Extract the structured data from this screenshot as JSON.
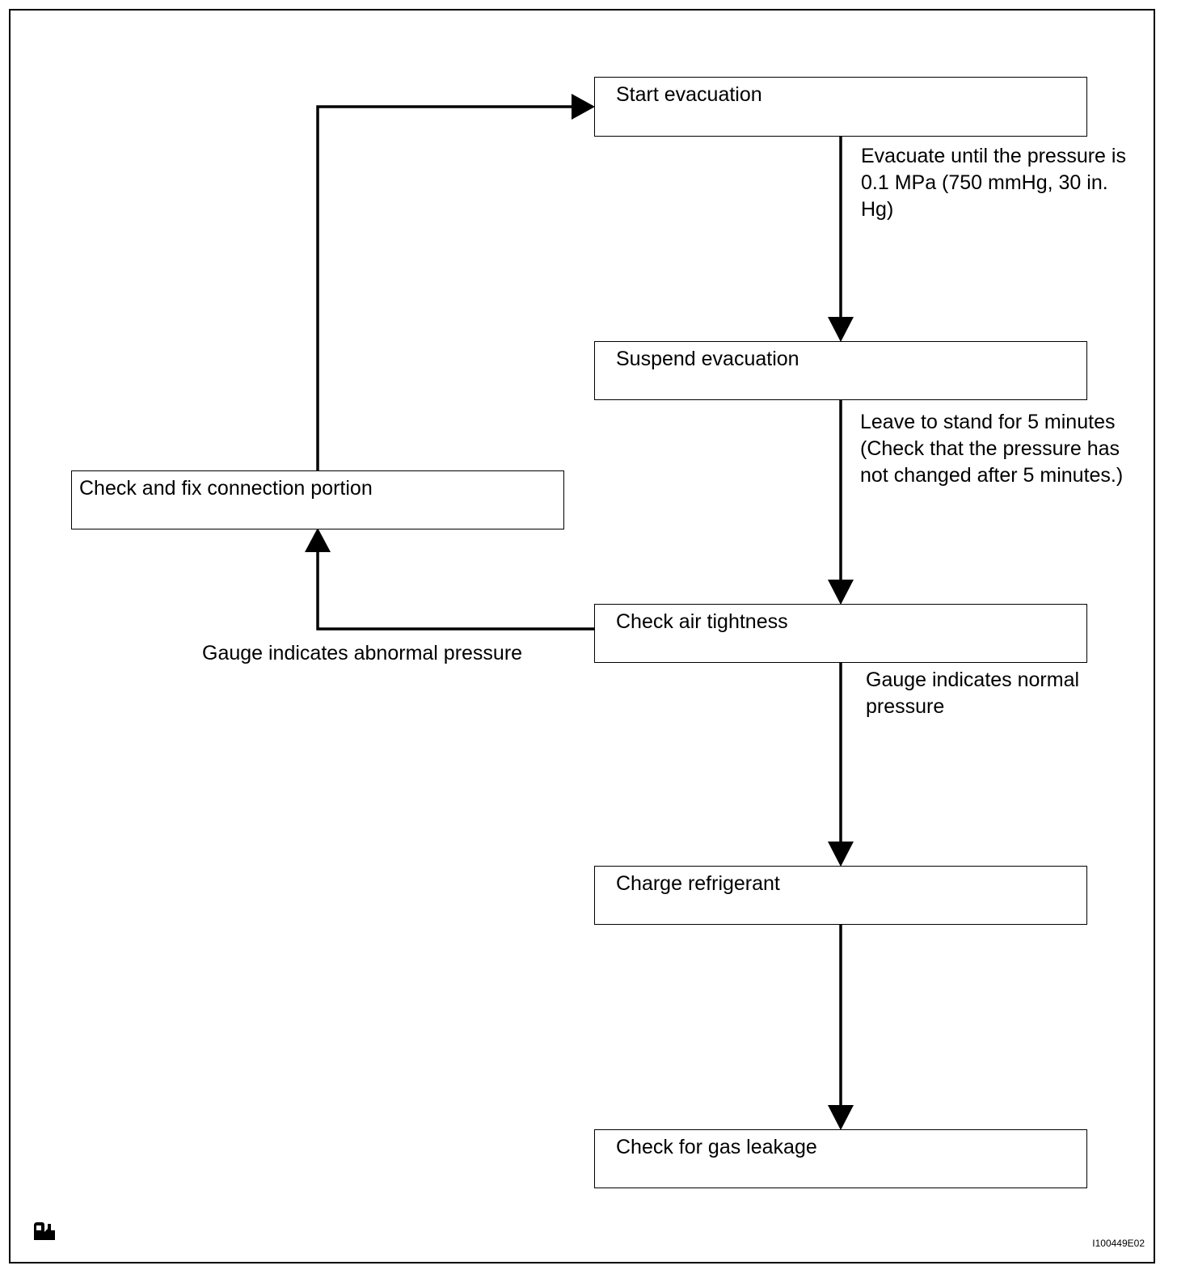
{
  "steps": {
    "start": "Start evacuation",
    "suspend": "Suspend evacuation",
    "check_air": "Check air tightness",
    "charge": "Charge refrigerant",
    "gas_leak": "Check for gas leakage",
    "fix": "Check and fix connection portion"
  },
  "notes": {
    "evacuate": [
      "Evacuate until the pressure is",
      "0.1 MPa (750 mmHg, 30 in.",
      "Hg)"
    ],
    "leave": [
      "Leave to stand for 5 minutes",
      "(Check that the pressure has",
      "not changed after 5 minutes.)"
    ],
    "normal": [
      "Gauge indicates normal",
      "pressure"
    ],
    "abnormal": "Gauge indicates abnormal pressure"
  },
  "corner_icon": "manual-reference-icon",
  "figure_id": "I100449E02"
}
